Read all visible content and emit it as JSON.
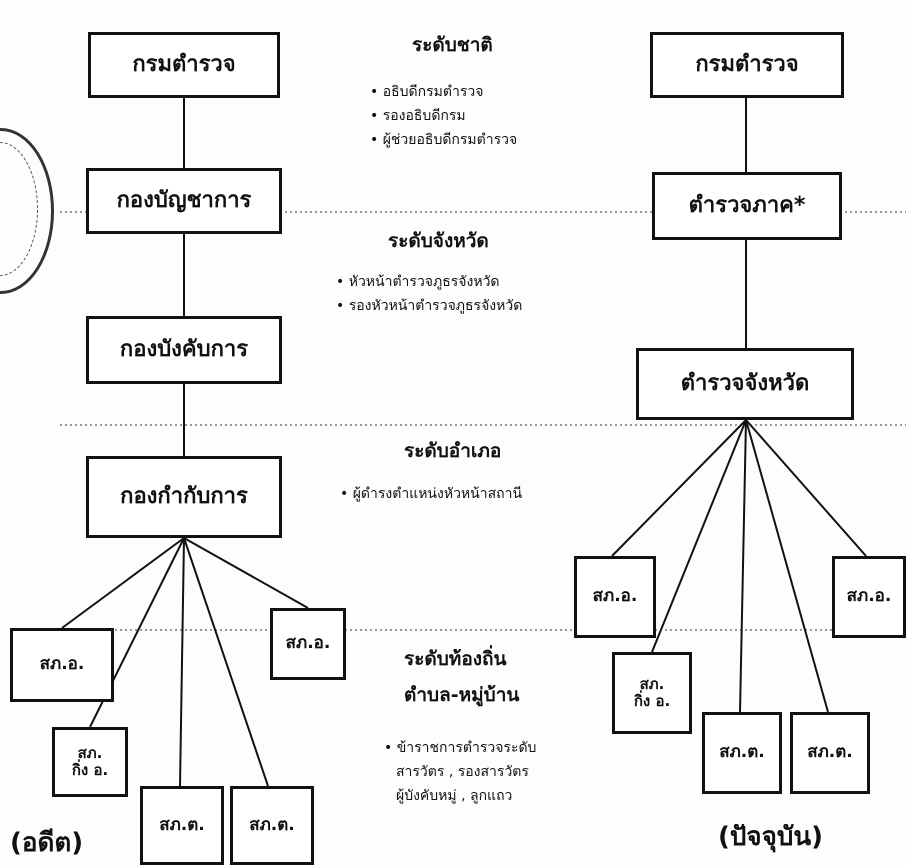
{
  "past": {
    "dept": "กรมตำรวจ",
    "command": "กองบัญชาการ",
    "division": "กองบังคับการ",
    "subdivision": "กองกำกับการ",
    "station1": "สภ.อ.",
    "station2_line1": "สภ.",
    "station2_line2": "กิ่ง อ.",
    "station3": "สภ.ต.",
    "station4": "สภ.ต.",
    "station5": "สภ.อ.",
    "caption": "(อดีต)"
  },
  "present": {
    "dept": "กรมตำรวจ",
    "region": "ตำรวจภาค*",
    "province": "ตำรวจจังหวัด",
    "station1": "สภ.อ.",
    "station2_line1": "สภ.",
    "station2_line2": "กิ่ง อ.",
    "station3": "สภ.ต.",
    "station4": "สภ.ต.",
    "station5": "สภ.อ.",
    "caption": "(ปัจจุบัน)"
  },
  "levels": {
    "national": {
      "heading": "ระดับชาติ",
      "items": [
        "อธิบดีกรมตำรวจ",
        "รองอธิบดีกรม",
        "ผู้ช่วยอธิบดีกรมตำรวจ"
      ]
    },
    "provincial": {
      "heading": "ระดับจังหวัด",
      "items": [
        "หัวหน้าตำรวจภูธรจังหวัด",
        "รองหัวหน้าตำรวจภูธรจังหวัด"
      ]
    },
    "district": {
      "heading": "ระดับอำเภอ",
      "items": [
        "ผู้ดำรงตำแหน่งหัวหน้าสถานี"
      ]
    },
    "local": {
      "heading_line1": "ระดับท้องถิ่น",
      "heading_line2": "ตำบล-หมู่บ้าน",
      "items": [
        "ข้าราชการตำรวจระดับ",
        "สารวัตร , รองสารวัตร",
        "ผู้บังคับหมู่ , ลูกแถว"
      ]
    }
  }
}
